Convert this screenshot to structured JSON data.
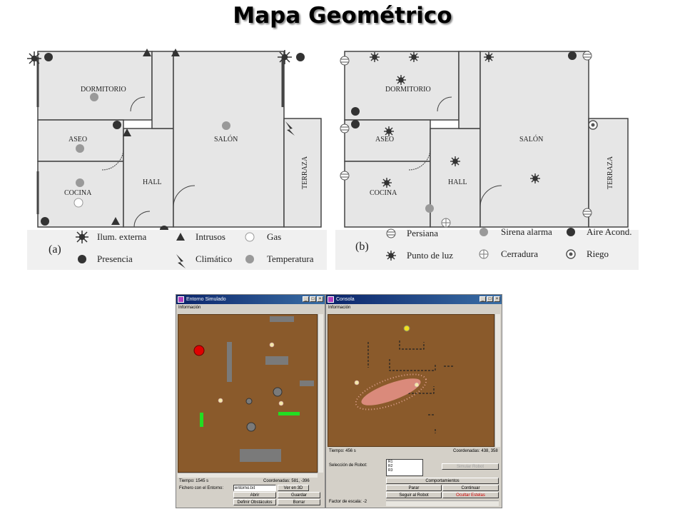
{
  "title": "Mapa Geométrico",
  "plan_a": {
    "rooms": {
      "dormitorio": "DORMITORIO",
      "aseo": "ASEO",
      "cocina": "COCINA",
      "hall": "HALL",
      "salon": "SALÓN",
      "terraza": "TERRAZA"
    },
    "panel_label": "(a)",
    "legend": {
      "ilum_externa": "Ilum. externa",
      "presencia": "Presencia",
      "intrusos": "Intrusos",
      "climatico": "Climático",
      "gas": "Gas",
      "temperatura": "Temperatura"
    }
  },
  "plan_b": {
    "rooms": {
      "dormitorio": "DORMITORIO",
      "aseo": "ASEO",
      "cocina": "COCINA",
      "hall": "HALL",
      "salon": "SALÓN",
      "terraza": "TERRAZA"
    },
    "panel_label": "(b)",
    "legend": {
      "persiana": "Persiana",
      "punto_de_luz": "Punto de luz",
      "sirena_alarma": "Sirena alarma",
      "cerradura": "Cerradura",
      "aire_acond": "Aire Acond.",
      "riego": "Riego"
    }
  },
  "entorno_window": {
    "title": "Entorno Simulado",
    "menu": "Información",
    "tiempo": "Tiempo: 1545 s",
    "coordenadas": "Coordenadas: 581, -396",
    "fichero_label": "Fichero con el Entorno:",
    "fichero_value": "entorno.txt",
    "btn_ver3d": "Ver en 3D",
    "btn_abrir": "Abrir",
    "btn_guardar": "Guardar",
    "btn_definir": "Definir Obstáculos",
    "btn_borrar": "Borrar"
  },
  "consola_window": {
    "title": "Consola",
    "menu": "Información",
    "tiempo": "Tiempo: 456 s",
    "coordenadas": "Coordenadas: 438, 358",
    "seleccion_label": "Selección de Robot:",
    "robots": [
      "R1",
      "R2",
      "R3"
    ],
    "btn_simular": "Simular Robot",
    "comportamientos_label": "Comportamientos",
    "btn_parar": "Parar",
    "btn_continuar": "Continuar",
    "btn_seguir": "Seguir al Robot",
    "btn_ocultar": "Ocultar Estelas",
    "factor_escala": "Factor de escala: -2"
  },
  "colors": {
    "field": "#8a5a2b",
    "wall": "#7a7a7a",
    "robot_red": "#e00000",
    "green_bar": "#22dd22",
    "room_fill": "#e6e6e6"
  }
}
